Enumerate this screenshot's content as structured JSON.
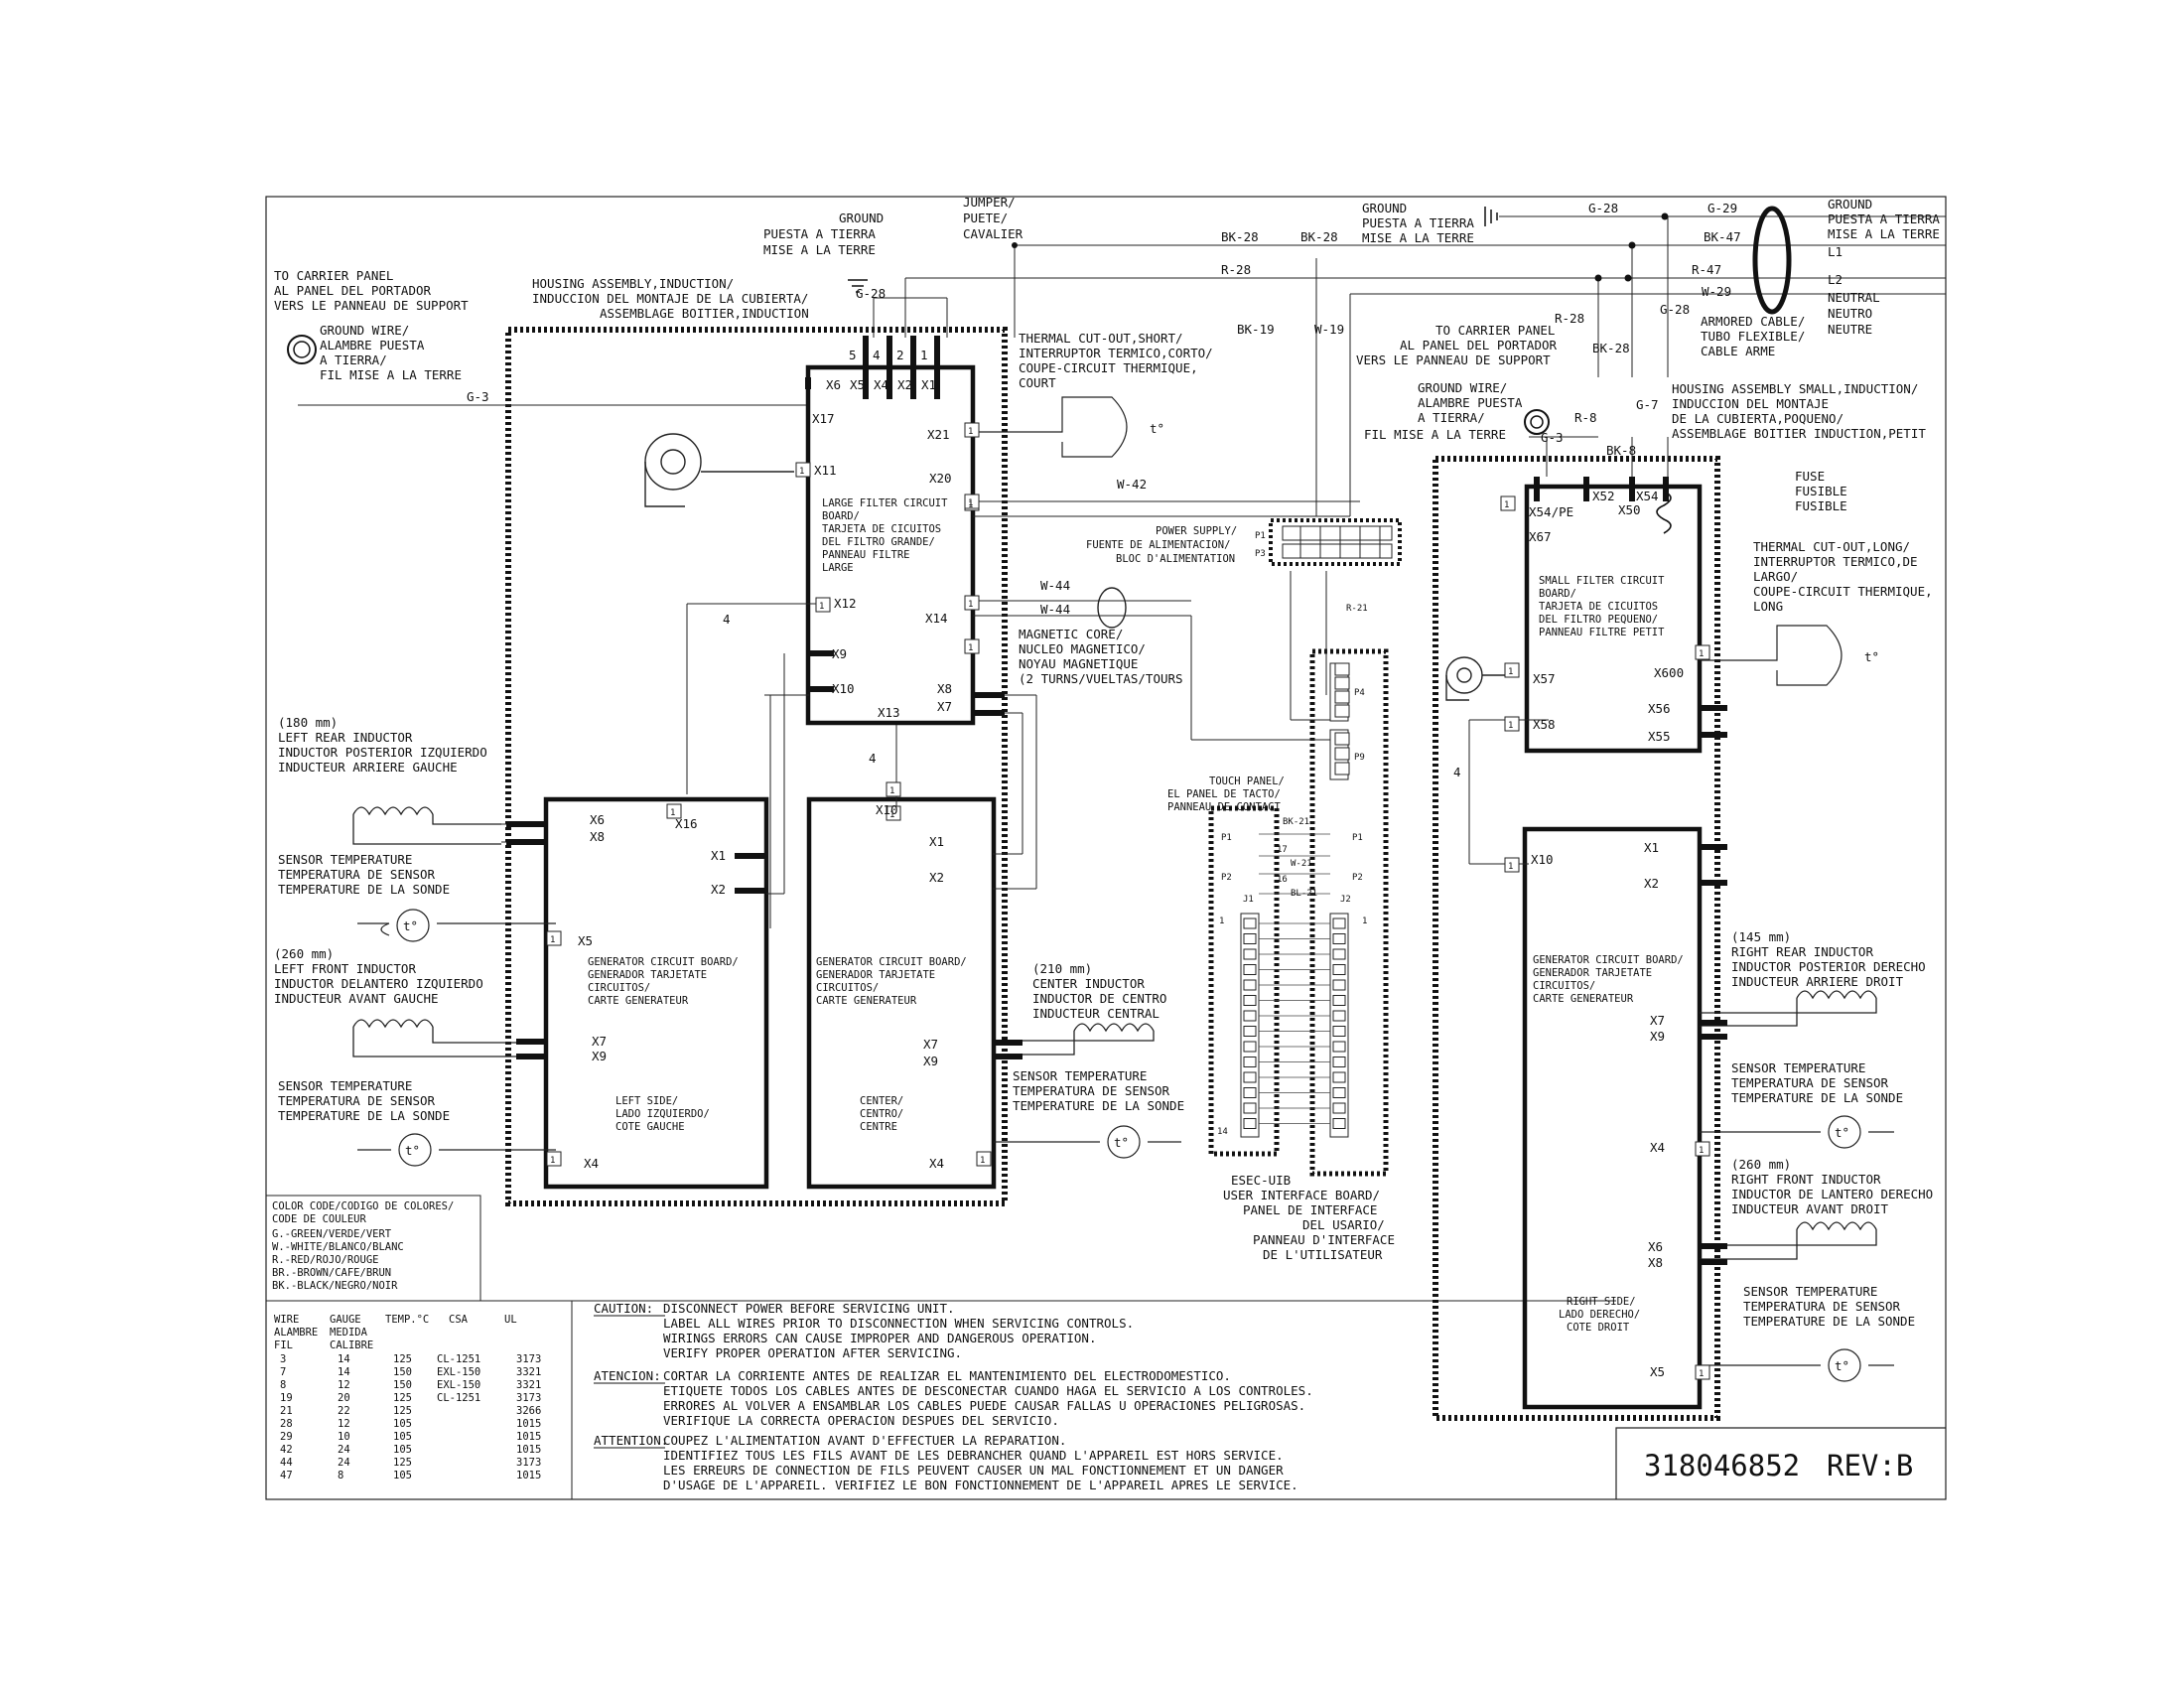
{
  "drawing_number": "318046852",
  "revision": "REV:B",
  "labels": {
    "to_carrier_left": [
      "TO CARRIER PANEL",
      "AL PANEL DEL PORTADOR",
      "VERS LE PANNEAU DE SUPPORT"
    ],
    "ground_wire_left": [
      "GROUND WIRE/",
      "ALAMBRE PUESTA",
      "A TIERRA/",
      "FIL MISE A LA TERRE"
    ],
    "housing_large": [
      "HOUSING ASSEMBLY,INDUCTION/",
      "INDUCCION DEL MONTAJE DE LA CUBIERTA/",
      "ASSEMBLAGE BOITIER,INDUCTION"
    ],
    "ground_top": [
      "GROUND",
      "PUESTA A TIERRA",
      "MISE A LA TERRE"
    ],
    "jumper": [
      "JUMPER/",
      "PUETE/",
      "CAVALIER"
    ],
    "thermal_short": [
      "THERMAL CUT-OUT,SHORT/",
      "INTERRUPTOR TERMICO,CORTO/",
      "COUPE-CIRCUIT THERMIQUE,",
      "COURT"
    ],
    "ground_mid": [
      "GROUND",
      "PUESTA A TIERRA",
      "MISE A LA TERRE"
    ],
    "ground_right": [
      "GROUND",
      "PUESTA A TIERRA",
      "MISE A LA TERRE"
    ],
    "l1": "L1",
    "l2": "L2",
    "neutral": [
      "NEUTRAL",
      "NEUTRO",
      "NEUTRE"
    ],
    "armored": [
      "ARMORED CABLE/",
      "TUBO FLEXIBLE/",
      "CABLE ARME"
    ],
    "to_carrier_right": [
      "TO CARRIER PANEL",
      "AL PANEL DEL PORTADOR",
      "VERS LE PANNEAU DE SUPPORT"
    ],
    "ground_wire_right": [
      "GROUND WIRE/",
      "ALAMBRE PUESTA",
      "A TIERRA/",
      "FIL MISE A LA TERRE"
    ],
    "housing_small": [
      "HOUSING ASSEMBLY SMALL,INDUCTION/",
      "INDUCCION DEL MONTAJE",
      "DE LA CUBIERTA,POQUENO/",
      "ASSEMBLAGE BOITIER INDUCTION,PETIT"
    ],
    "fuse": [
      "FUSE",
      "FUSIBLE",
      "FUSIBLE"
    ],
    "thermal_long": [
      "THERMAL CUT-OUT,LONG/",
      "INTERRUPTOR TERMICO,DE",
      "LARGO/",
      "COUPE-CIRCUIT THERMIQUE,",
      "LONG"
    ],
    "large_filter": [
      "LARGE FILTER CIRCUIT",
      "BOARD/",
      "TARJETA DE CICUITOS",
      "DEL FILTRO GRANDE/",
      "PANNEAU FILTRE",
      "LARGE"
    ],
    "power_supply": [
      "POWER SUPPLY/",
      "FUENTE DE ALIMENTACION/",
      "BLOC D'ALIMENTATION"
    ],
    "magnetic_core": [
      "MAGNETIC CORE/",
      "NUCLEO MAGNETICO/",
      "NOYAU MAGNETIQUE",
      "(2 TURNS/VUELTAS/TOURS"
    ],
    "small_filter": [
      "SMALL FILTER CIRCUIT",
      "BOARD/",
      "TARJETA DE CICUITOS",
      "DEL FILTRO PEQUENO/",
      "PANNEAU FILTRE PETIT"
    ],
    "left_rear": [
      "(180 mm)",
      "LEFT REAR INDUCTOR",
      "INDUCTOR POSTERIOR IZQUIERDO",
      "INDUCTEUR ARRIERE GAUCHE"
    ],
    "sensor": [
      "SENSOR TEMPERATURE",
      "TEMPERATURA DE SENSOR",
      "TEMPERATURE DE LA SONDE"
    ],
    "left_front": [
      "(260 mm)",
      "LEFT FRONT INDUCTOR",
      "INDUCTOR DELANTERO IZQUIERDO",
      "INDUCTEUR AVANT GAUCHE"
    ],
    "generator": [
      "GENERATOR CIRCUIT BOARD/",
      "GENERADOR TARJETATE",
      "CIRCUITOS/",
      "CARTE GENERATEUR"
    ],
    "left_side": [
      "LEFT SIDE/",
      "LADO IZQUIERDO/",
      "COTE GAUCHE"
    ],
    "center_side": [
      "CENTER/",
      "CENTRO/",
      "CENTRE"
    ],
    "right_side": [
      "RIGHT SIDE/",
      "LADO DERECHO/",
      "COTE DROIT"
    ],
    "center_inductor": [
      "(210 mm)",
      "CENTER INDUCTOR",
      "INDUCTOR DE CENTRO",
      "INDUCTEUR CENTRAL"
    ],
    "touch_panel": [
      "TOUCH PANEL/",
      "EL PANEL DE TACTO/",
      "PANNEAU DE CONTACT"
    ],
    "uib": [
      "ESEC-UIB",
      "USER INTERFACE BOARD/",
      "PANEL DE INTERFACE",
      "DEL USARIO/",
      "PANNEAU D'INTERFACE",
      "DE L'UTILISATEUR"
    ],
    "right_rear": [
      "(145 mm)",
      "RIGHT REAR INDUCTOR",
      "INDUCTOR POSTERIOR DERECHO",
      "INDUCTEUR ARRIERE DROIT"
    ],
    "right_front": [
      "(260 mm)",
      "RIGHT FRONT INDUCTOR",
      "INDUCTOR DE LANTERO DERECHO",
      "INDUCTEUR AVANT DROIT"
    ]
  },
  "wire_labels": {
    "g28_top": "G-28",
    "g29": "G-29",
    "bk28_a": "BK-28",
    "bk28_b": "BK-28",
    "bk47": "BK-47",
    "r28_top": "R-28",
    "r47": "R-47",
    "w29": "W-29",
    "g28_left": "G-28",
    "g3_left": "G-3",
    "bk19": "BK-19",
    "w19": "W-19",
    "r28_right": "R-28",
    "bk28_right": "BK-28",
    "g28_right": "G-28",
    "r8": "R-8",
    "g7": "G-7",
    "bk8": "BK-8",
    "g3_right": "G-3",
    "w42": "W-42",
    "w44_a": "W-44",
    "w44_b": "W-44",
    "r21": "R-21",
    "bk21": "BK-21",
    "w21": "W-21",
    "bl21": "BL-21",
    "n4_a": "4",
    "n4_b": "4",
    "n4_c": "4",
    "n17": "17",
    "n16": "16"
  },
  "connectors": {
    "top_pins": [
      "5",
      "4",
      "2",
      "1"
    ],
    "top_x": [
      "X6",
      "X5",
      "X4",
      "X2",
      "X1"
    ],
    "lf": [
      "X17",
      "X21",
      "X11",
      "X20",
      "X12",
      "X14",
      "X9",
      "X10",
      "X8",
      "X7",
      "X13"
    ],
    "sf": [
      "X54/PE",
      "X52",
      "X54",
      "X50",
      "X67",
      "X57",
      "X600",
      "X58",
      "X56",
      "X55"
    ],
    "gl": [
      "X16",
      "X6",
      "X8",
      "X1",
      "X2",
      "X5",
      "X7",
      "X9",
      "X4"
    ],
    "gc": [
      "X10",
      "X1",
      "X2",
      "X7",
      "X9",
      "X4"
    ],
    "gr": [
      "X10",
      "X1",
      "X2",
      "X7",
      "X9",
      "X4",
      "X6",
      "X8",
      "X5"
    ],
    "ps": [
      "P1",
      "P3"
    ],
    "p4": "P4",
    "p9": "P9",
    "tp": [
      "P1",
      "P2",
      "J1",
      "J2",
      "P1",
      "P2",
      "1",
      "14",
      "1"
    ],
    "pin1": "1",
    "tsym": "t°"
  },
  "color_code": {
    "title": [
      "COLOR CODE/CODIGO DE COLORES/",
      "CODE DE COULEUR"
    ],
    "entries": [
      "G.-GREEN/VERDE/VERT",
      "W.-WHITE/BLANCO/BLANC",
      "R.-RED/ROJO/ROUGE",
      "BR.-BROWN/CAFE/BRUN",
      "BK.-BLACK/NEGRO/NOIR"
    ]
  },
  "wire_table": {
    "headers": [
      "WIRE",
      "GAUGE",
      "TEMP.°C",
      "CSA",
      "UL"
    ],
    "subheaders": [
      "ALAMBRE",
      "MEDIDA",
      "FIL",
      "CALIBRE"
    ],
    "rows": [
      [
        "3",
        "14",
        "125",
        "CL-1251",
        "3173"
      ],
      [
        "7",
        "14",
        "150",
        "EXL-150",
        "3321"
      ],
      [
        "8",
        "12",
        "150",
        "EXL-150",
        "3321"
      ],
      [
        "19",
        "20",
        "125",
        "CL-1251",
        "3173"
      ],
      [
        "21",
        "22",
        "125",
        "",
        "3266"
      ],
      [
        "28",
        "12",
        "105",
        "",
        "1015"
      ],
      [
        "29",
        "10",
        "105",
        "",
        "1015"
      ],
      [
        "42",
        "24",
        "105",
        "",
        "1015"
      ],
      [
        "44",
        "24",
        "125",
        "",
        "3173"
      ],
      [
        "47",
        "8",
        "105",
        "",
        "1015"
      ]
    ]
  },
  "notes": {
    "caution": {
      "head": "CAUTION:",
      "lines": [
        "DISCONNECT POWER BEFORE SERVICING UNIT.",
        "LABEL ALL WIRES PRIOR TO DISCONNECTION WHEN SERVICING CONTROLS.",
        "WIRINGS ERRORS CAN CAUSE IMPROPER AND DANGEROUS OPERATION.",
        "VERIFY PROPER OPERATION AFTER SERVICING."
      ]
    },
    "atencion": {
      "head": "ATENCION:",
      "lines": [
        "CORTAR LA CORRIENTE ANTES DE REALIZAR EL MANTENIMIENTO DEL ELECTRODOMESTICO.",
        "ETIQUETE TODOS LOS CABLES ANTES DE DESCONECTAR CUANDO HAGA EL SERVICIO A LOS CONTROLES.",
        "ERRORES AL VOLVER A ENSAMBLAR LOS CABLES PUEDE CAUSAR FALLAS U OPERACIONES PELIGROSAS.",
        "VERIFIQUE LA CORRECTA OPERACION DESPUES DEL SERVICIO."
      ]
    },
    "attention": {
      "head": "ATTENTION:",
      "lines": [
        "COUPEZ L'ALIMENTATION AVANT D'EFFECTUER LA REPARATION.",
        "IDENTIFIEZ TOUS LES FILS AVANT DE LES DEBRANCHER QUAND L'APPAREIL EST HORS SERVICE.",
        "LES ERREURS DE CONNECTION DE FILS PEUVENT CAUSER UN MAL FONCTIONNEMENT ET UN DANGER",
        "D'USAGE DE L'APPAREIL. VERIFIEZ LE BON FONCTIONNEMENT DE L'APPAREIL APRES LE SERVICE."
      ]
    }
  }
}
